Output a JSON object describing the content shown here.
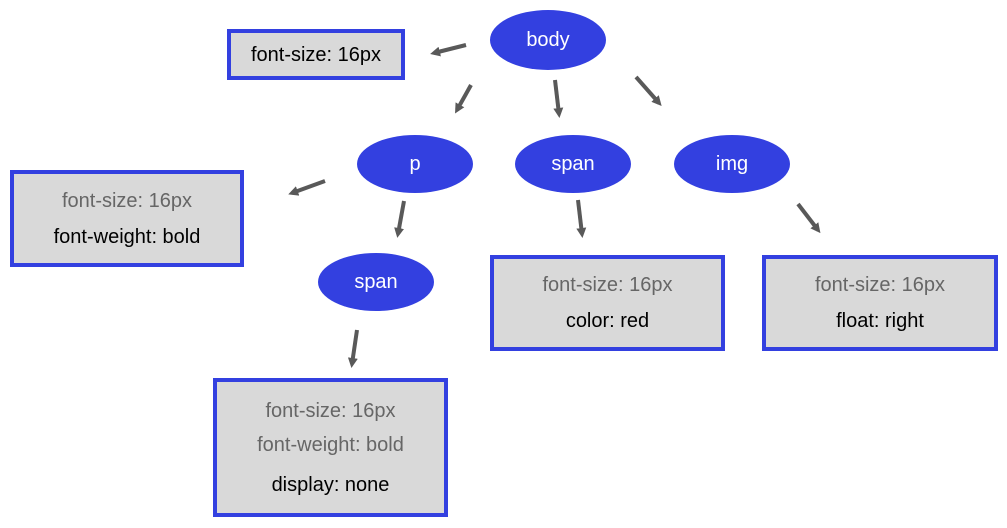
{
  "nodes": {
    "body": "body",
    "p": "p",
    "span_top": "span",
    "img": "img",
    "span_child": "span"
  },
  "boxes": {
    "body": {
      "own": "font-size: 16px"
    },
    "p": {
      "inherited": "font-size: 16px",
      "own": "font-weight: bold"
    },
    "span_top": {
      "inherited": "font-size: 16px",
      "own": "color: red"
    },
    "img": {
      "inherited": "font-size: 16px",
      "own": "float: right"
    },
    "span_child": {
      "inherited_1": "font-size: 16px",
      "inherited_2": "font-weight: bold",
      "own": "display: none"
    }
  },
  "colors": {
    "node_fill": "#3340e0",
    "box_fill": "#d9d9d9",
    "box_border": "#3340e0",
    "arrow": "#595959",
    "inherited_text": "#666666",
    "own_text": "#000000"
  }
}
